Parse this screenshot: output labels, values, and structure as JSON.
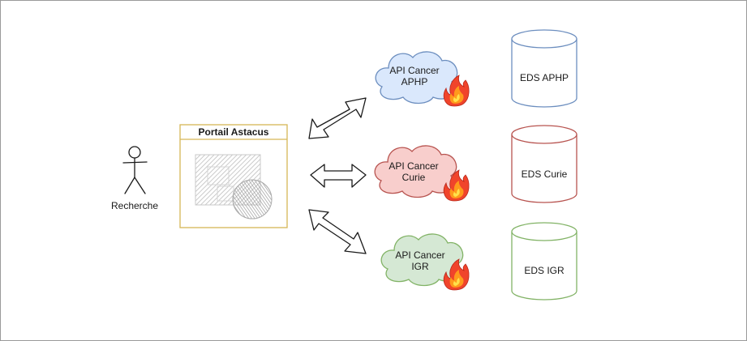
{
  "actor": {
    "label": "Recherche"
  },
  "portal": {
    "title": "Portail Astacus"
  },
  "apis": [
    {
      "line1": "API Cancer",
      "line2": "APHP",
      "color": "#6c8ebf",
      "fill": "#dae8fc"
    },
    {
      "line1": "API Cancer",
      "line2": "Curie",
      "color": "#b85450",
      "fill": "#f8cecc"
    },
    {
      "line1": "API Cancer",
      "line2": "IGR",
      "color": "#82b366",
      "fill": "#d5e8d4"
    }
  ],
  "databases": [
    {
      "label": "EDS APHP",
      "color": "#6c8ebf"
    },
    {
      "label": "EDS Curie",
      "color": "#b85450"
    },
    {
      "label": "EDS IGR",
      "color": "#82b366"
    }
  ],
  "colors": {
    "portal_border": "#d6b656",
    "ink": "#1a1a1a",
    "frame": "#9a9a9a"
  },
  "icons": [
    "stick-figure-icon",
    "image-placeholder-icon",
    "flame-icon",
    "double-arrow-icon",
    "database-cylinder-icon"
  ]
}
